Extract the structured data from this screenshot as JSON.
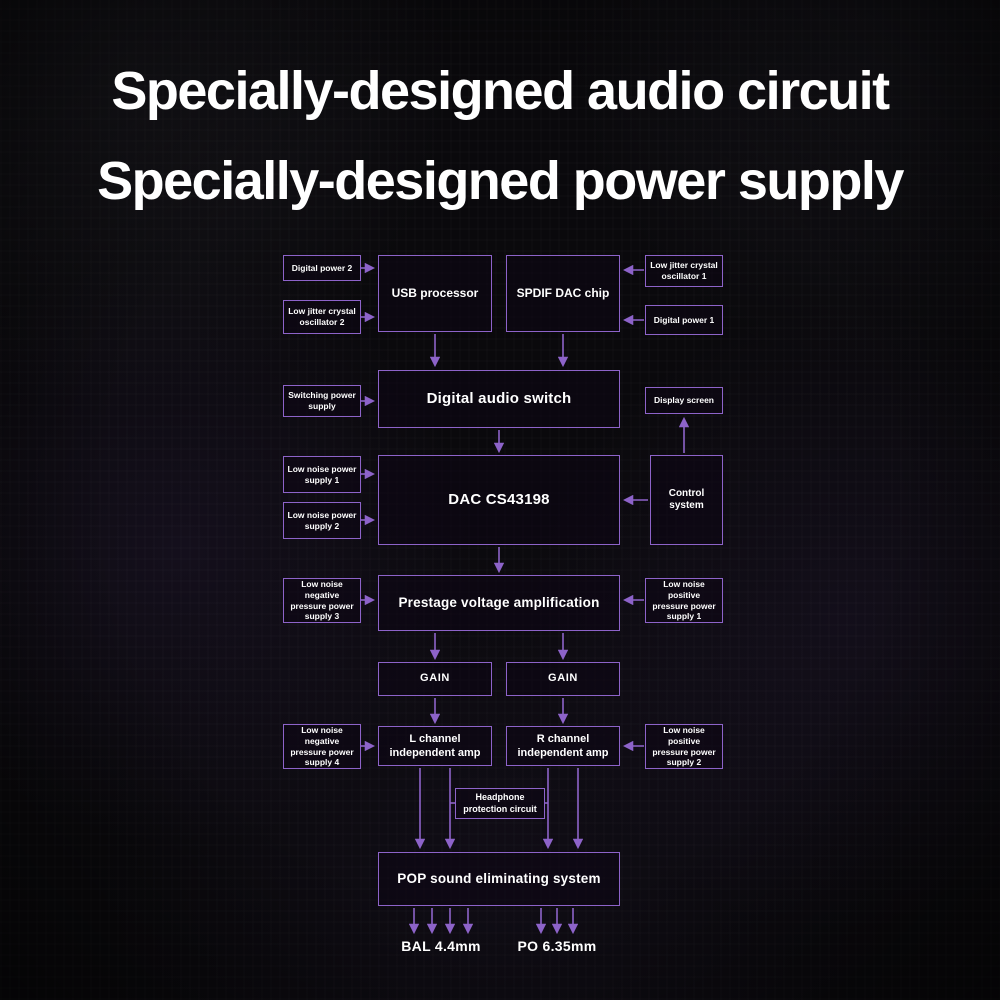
{
  "title": {
    "line1": "Specially-designed audio circuit",
    "line2": "Specially-designed power supply"
  },
  "colors": {
    "accent": "#8d63c9",
    "text": "#ffffff",
    "background": "#0a090c",
    "box_fill": "rgba(12,5,20,0.55)"
  },
  "diagram": {
    "blocks": {
      "digital_power_2": "Digital power 2",
      "low_jitter_crystal_oscillator_2": "Low jitter crystal oscillator 2",
      "switching_power_supply": "Switching power supply",
      "low_noise_power_supply_1": "Low noise power supply 1",
      "low_noise_power_supply_2": "Low noise power supply 2",
      "low_noise_negative_pressure_power_supply_3": "Low noise negative pressure power supply 3",
      "low_noise_negative_pressure_power_supply_4": "Low noise negative pressure power supply 4",
      "usb_processor": "USB processor",
      "spdif_dac_chip": "SPDIF DAC chip",
      "digital_audio_switch": "Digital audio switch",
      "dac_cs43198": "DAC CS43198",
      "prestage_voltage_amplification": "Prestage voltage amplification",
      "gain_left": "GAIN",
      "gain_right": "GAIN",
      "l_channel_independent_amp": "L channel independent amp",
      "r_channel_independent_amp": "R channel independent amp",
      "headphone_protection_circuit": "Headphone protection circuit",
      "pop_sound_eliminating_system": "POP sound eliminating system",
      "low_jitter_crystal_oscillator_1": "Low jitter crystal oscillator 1",
      "digital_power_1": "Digital power 1",
      "display_screen": "Display screen",
      "control_system": "Control system",
      "low_noise_positive_pressure_power_supply_1": "Low noise positive pressure power supply 1",
      "low_noise_positive_pressure_power_supply_2": "Low noise positive pressure power supply 2"
    },
    "outputs": {
      "bal": "BAL 4.4mm",
      "po": "PO 6.35mm"
    }
  }
}
